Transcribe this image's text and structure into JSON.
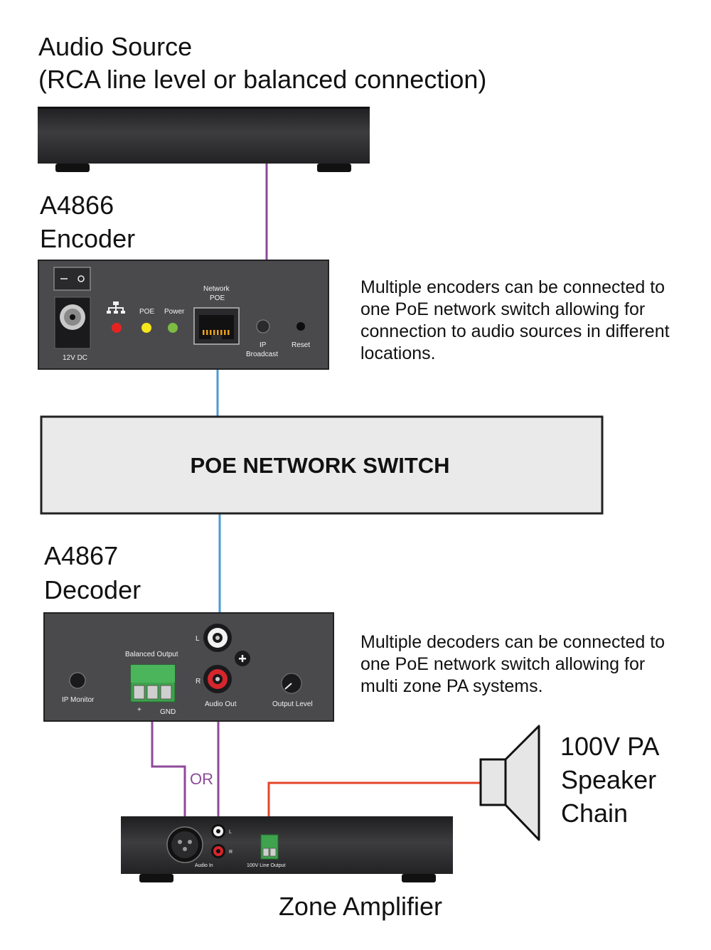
{
  "source": {
    "title_line1": "Audio Source",
    "title_line2": "(RCA line level or balanced connection)"
  },
  "encoder": {
    "model": "A4866",
    "name": "Encoder",
    "labels": {
      "dc": "12V DC",
      "poe": "POE",
      "power": "Power",
      "network_line1": "Network",
      "network_line2": "POE",
      "ip_line1": "IP",
      "ip_line2": "Broadcast",
      "reset": "Reset"
    },
    "led_colors": {
      "lan": "#e52421",
      "poe": "#f4e61b",
      "power": "#7dbb42"
    },
    "note": [
      "Multiple encoders can be connected to",
      "one PoE network switch allowing for",
      "connection to audio sources in different",
      "locations."
    ]
  },
  "switch": {
    "label": "POE NETWORK SWITCH"
  },
  "decoder": {
    "model": "A4867",
    "name": "Decoder",
    "labels": {
      "balanced_output": "Balanced Output",
      "plus": "+",
      "gnd": "GND",
      "ip_monitor": "IP Monitor",
      "left": "L",
      "right": "R",
      "audio_out": "Audio Out",
      "output_level": "Output Level"
    },
    "note": [
      "Multiple decoders can be connected to",
      "one PoE network switch allowing for",
      "multi zone PA systems."
    ]
  },
  "connection_or": "OR",
  "amplifier": {
    "name": "Zone Amplifier",
    "labels": {
      "left": "L",
      "right": "R",
      "audio_in": "Audio In",
      "line_output": "100V Line Output"
    }
  },
  "speaker": {
    "line1": "100V PA",
    "line2": "Speaker",
    "line3": "Chain"
  },
  "colors": {
    "audio_cable": "#8e4a9a",
    "network_cable": "#4b9bd6",
    "speaker_cable": "#e3452a",
    "device_body": "#4a4a4c",
    "switch_fill": "#eaeaea"
  }
}
